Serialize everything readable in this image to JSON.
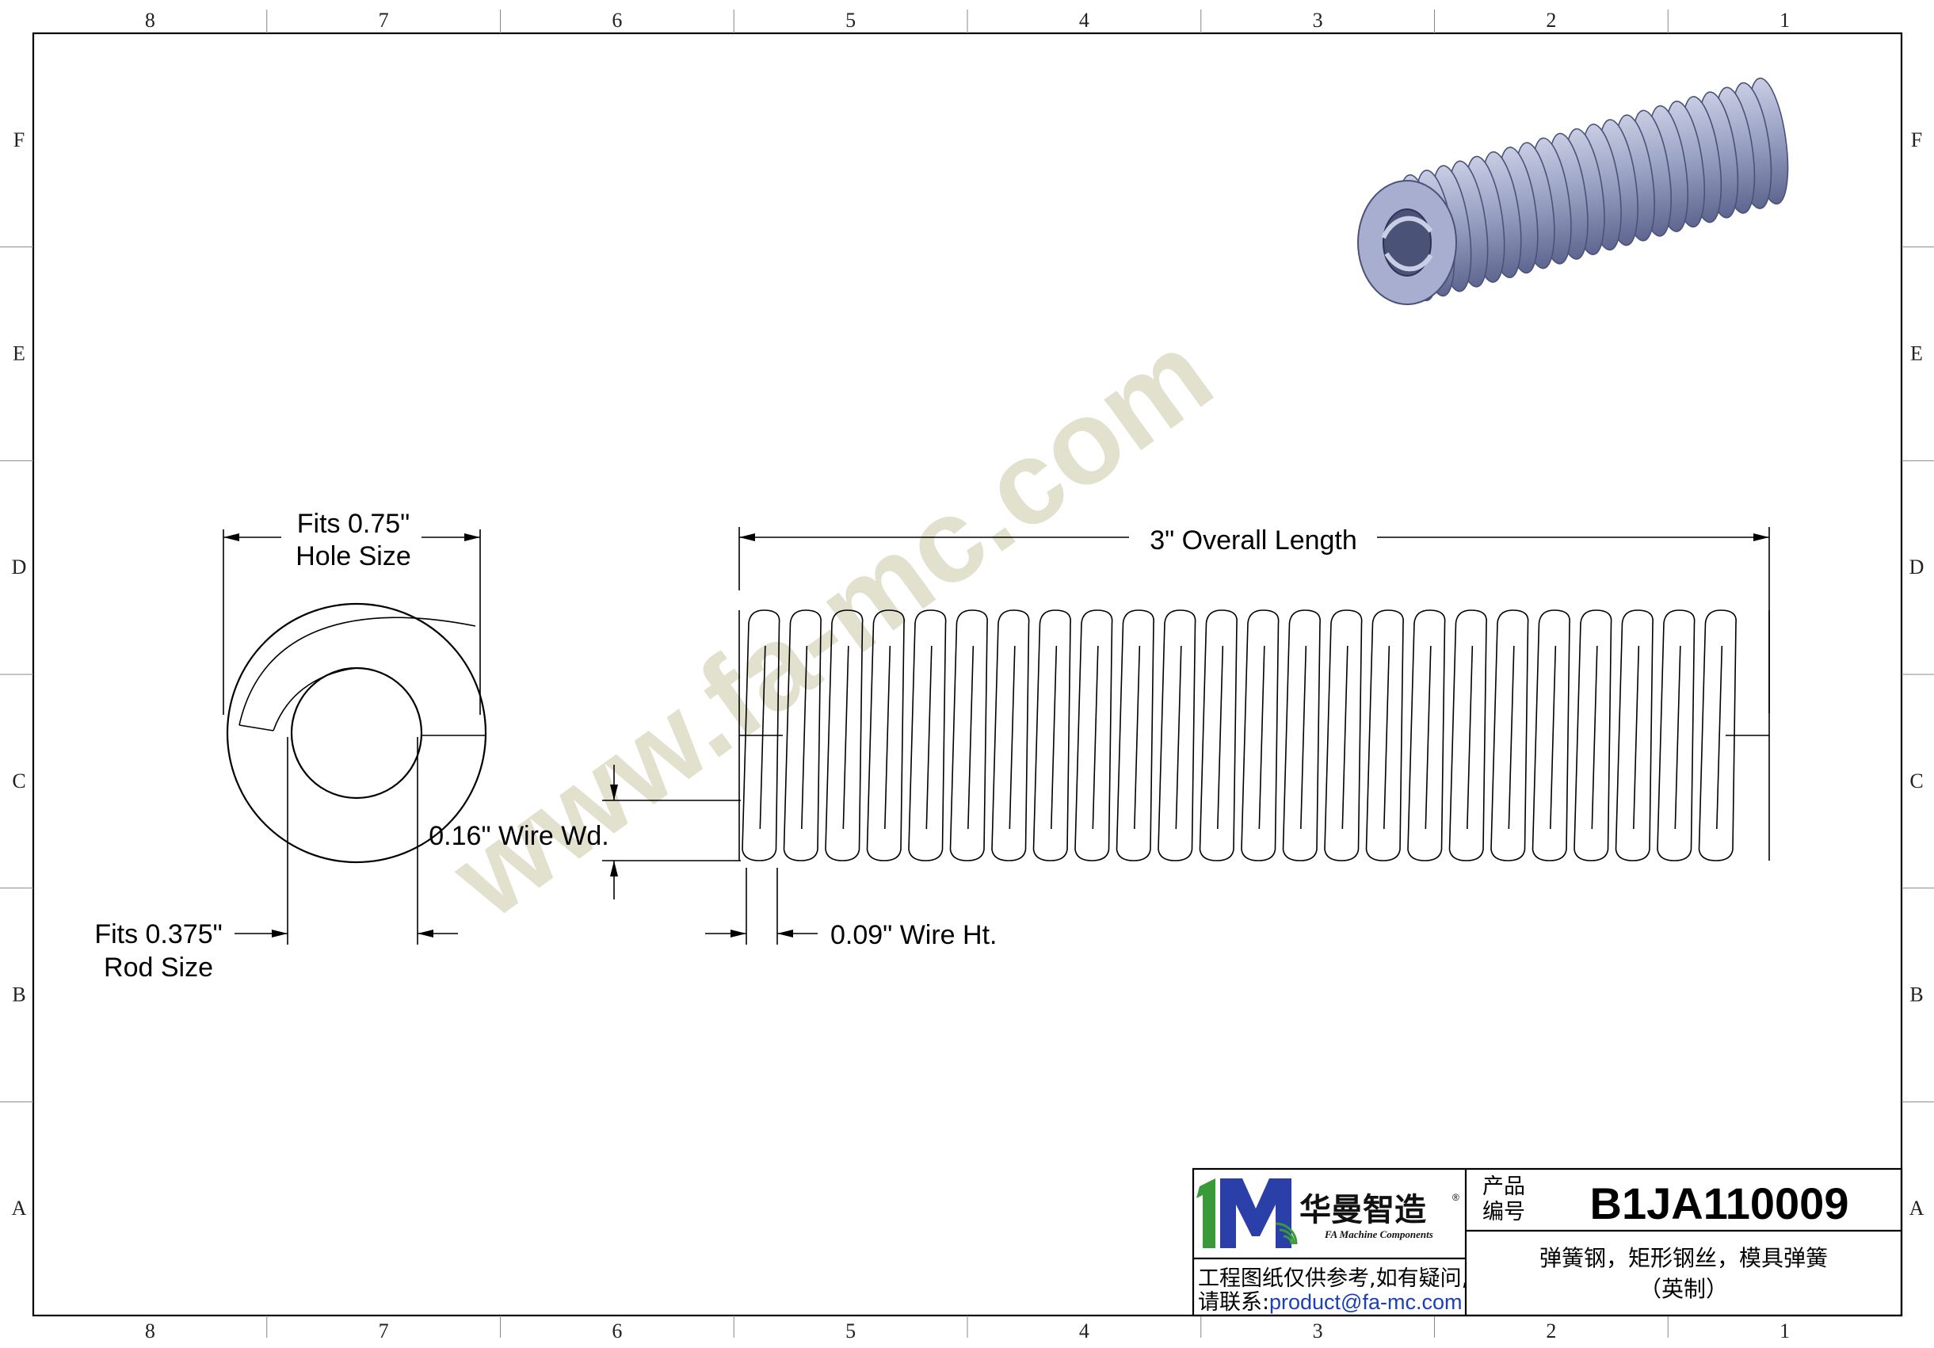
{
  "border": {
    "columns_top": [
      "8",
      "7",
      "6",
      "5",
      "4",
      "3",
      "2",
      "1"
    ],
    "columns_bottom": [
      "8",
      "7",
      "6",
      "5",
      "4",
      "3",
      "2",
      "1"
    ],
    "rows": [
      "F",
      "E",
      "D",
      "C",
      "B",
      "A"
    ]
  },
  "watermark": "www.fa-mc.com",
  "dimensions": {
    "hole_size": [
      "Fits 0.75\"",
      "Hole Size"
    ],
    "rod_size": [
      "Fits 0.375\"",
      "Rod Size"
    ],
    "overall_length": "3\" Overall Length",
    "wire_width": "0.16\" Wire Wd.",
    "wire_height": "0.09\" Wire Ht."
  },
  "title_block": {
    "logo_cn": "华曼智造",
    "logo_en": "FA Machine Components",
    "logo_mark": "1M",
    "registered": "®",
    "product_label": [
      "产品",
      "编号"
    ],
    "product_code": "B1JA110009",
    "description": [
      "弹簧钢，矩形钢丝，模具弹簧",
      "（英制）"
    ],
    "note_line1": "工程图纸仅供参考,如有疑问,",
    "note_line2_prefix": "请联系: ",
    "contact_email": "product@fa-mc.com"
  },
  "colors": {
    "line": "#000000",
    "watermark": "#c9c9a6",
    "link": "#1a3fb8",
    "logo_green": "#3a9a3a",
    "logo_blue": "#2a3fa8",
    "spring_render": "#9aa2c4"
  },
  "spring": {
    "coil_count": 24,
    "render_coil_count": 22
  }
}
